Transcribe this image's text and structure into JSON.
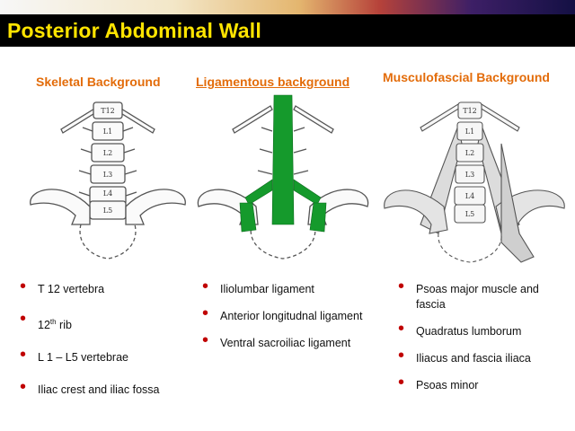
{
  "slide": {
    "title": "Posterior Abdominal Wall"
  },
  "columns": [
    {
      "heading": "Skeletal Background",
      "vertebra_labels": [
        "T12",
        "L1",
        "L2",
        "L3",
        "L4",
        "L5"
      ],
      "items": [
        {
          "text": "T 12 vertebra"
        },
        {
          "pre": "12",
          "sup": "th",
          "post": " rib"
        },
        {
          "text": "L 1 – L5 vertebrae"
        },
        {
          "text": "Iliac crest and iliac fossa"
        }
      ]
    },
    {
      "heading": "Ligamentous background",
      "items": [
        {
          "text": "Iliolumbar ligament"
        },
        {
          "text": "Anterior longitudnal ligament"
        },
        {
          "text": "Ventral sacroiliac ligament"
        }
      ]
    },
    {
      "heading": "Musculofascial Background",
      "vertebra_labels": [
        "T12",
        "L1",
        "L2",
        "L3",
        "L4",
        "L5"
      ],
      "items": [
        {
          "text": "Psoas major muscle and fascia"
        },
        {
          "text": "Quadratus lumborum"
        },
        {
          "text": "Iliacus and fascia iliaca"
        },
        {
          "text": "Psoas minor"
        }
      ]
    }
  ],
  "colors": {
    "title_text": "#ffe400",
    "heading_text": "#e36c0a",
    "bullet": "#c00000",
    "ligament_green": "#159a2c"
  }
}
